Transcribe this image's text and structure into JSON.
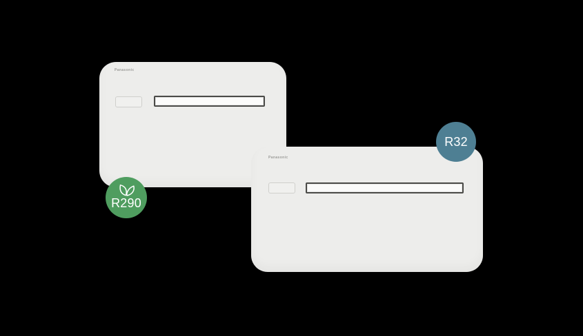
{
  "colors": {
    "background": "#000000",
    "panel": "#EDEDEB",
    "badge_green": "#4F9D5F",
    "badge_teal": "#4E7F93",
    "badge_text": "#FFFFFF"
  },
  "units": [
    {
      "brand_label": "Panasonic",
      "badge": {
        "label": "R290",
        "icon": "leaf-icon"
      }
    },
    {
      "brand_label": "Panasonic",
      "badge": {
        "label": "R32"
      }
    }
  ]
}
